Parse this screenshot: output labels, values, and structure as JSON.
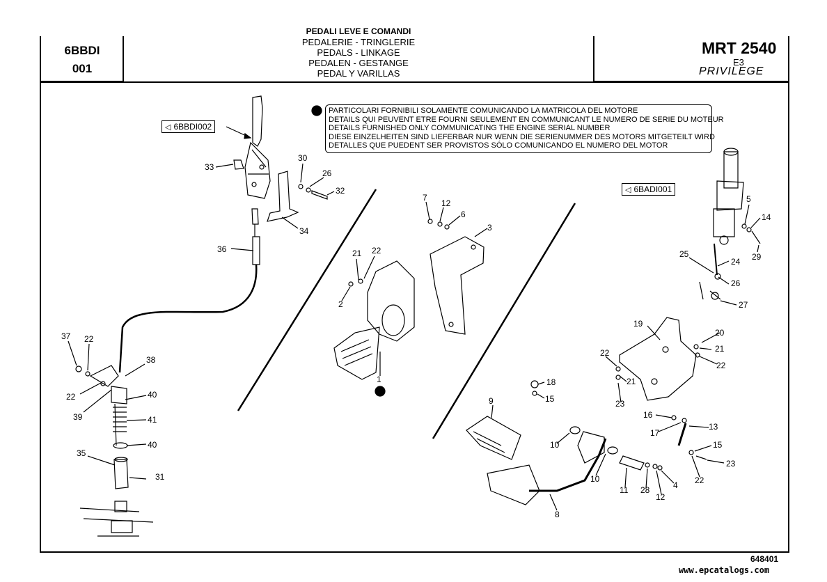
{
  "header": {
    "code_line1": "6BBDI",
    "code_line2": "001",
    "title_lines": [
      "PEDALI LEVE E COMANDI",
      "PEDALERIE - TRINGLERIE",
      "PEDALS - LINKAGE",
      "PEDALEN - GESTANGE",
      "PEDAL Y VARILLAS"
    ],
    "model": "MRT 2540",
    "variant": "E3",
    "brand": "PRIVILEGE"
  },
  "note": {
    "lines": [
      "PARTICOLARI FORNIBILI SOLAMENTE COMUNICANDO LA MATRICOLA DEL MOTORE",
      "DETAILS QUI PEUVENT ETRE FOURNI SEULEMENT EN COMMUNICANT LE NUMERO DE SERIE DU MOTEUR",
      "DETAILS FURNISHED ONLY COMMUNICATING THE ENGINE SERIAL NUMBER",
      "DIESE EINZELHEITEN SIND LIEFERBAR NUR WENN DIE SERIENUMMER DES MOTORS MITGETEILT WIRD",
      "DETALLES QUE PUEDENT SER PROVISTOS SÓLO COMUNICANDO EL NUMERO DEL MOTOR"
    ]
  },
  "references": {
    "left": "6BBDI002",
    "right": "6BADI001"
  },
  "part_numbers": {
    "p33": "33",
    "p30": "30",
    "p26a": "26",
    "p32": "32",
    "p34": "34",
    "p36": "36",
    "p37": "37",
    "p22a": "22",
    "p38": "38",
    "p22b": "22",
    "p39": "39",
    "p40a": "40",
    "p41": "41",
    "p40b": "40",
    "p35": "35",
    "p31": "31",
    "p21a": "21",
    "p22c": "22",
    "p2": "2",
    "p1": "1",
    "p7": "7",
    "p12a": "12",
    "p6": "6",
    "p3": "3",
    "p5": "5",
    "p14": "14",
    "p29": "29",
    "p25": "25",
    "p24": "24",
    "p26b": "26",
    "p27": "27",
    "p19": "19",
    "p20": "20",
    "p21b": "21",
    "p22d": "22",
    "p22e": "22",
    "p21c": "21",
    "p23a": "23",
    "p18": "18",
    "p15a": "15",
    "p9": "9",
    "p10a": "10",
    "p10b": "10",
    "p11": "11",
    "p28": "28",
    "p12b": "12",
    "p4": "4",
    "p8": "8",
    "p16": "16",
    "p17": "17",
    "p13": "13",
    "p15b": "15",
    "p23b": "23",
    "p22f": "22"
  },
  "footer": {
    "page_code": "648401",
    "website": "www.epcatalogs.com"
  }
}
